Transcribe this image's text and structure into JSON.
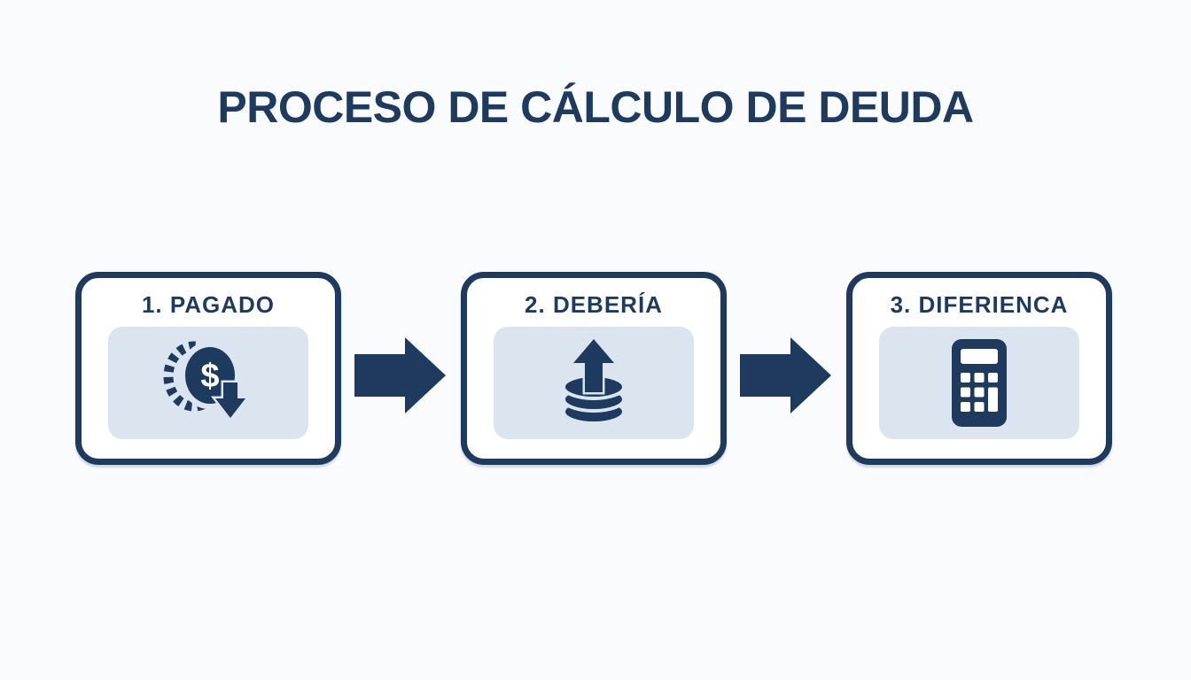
{
  "title": "PROCESO DE CÁLCULO DE DEUDA",
  "colors": {
    "navy": "#1e3a5e",
    "panel_blue": "#dbe5ef",
    "box_bg": "#ffffff",
    "page_bg": "#fafbfc"
  },
  "steps": [
    {
      "label": "1. PAGADO",
      "icon": "coin-dollar-down-icon",
      "symbol": "$"
    },
    {
      "label": "2. DEBERÍA",
      "icon": "coins-stack-up-icon"
    },
    {
      "label": "3. DIFERIENCA",
      "icon": "calculator-icon"
    }
  ],
  "connectors": [
    {
      "icon": "arrow-right-icon"
    },
    {
      "icon": "arrow-right-icon"
    }
  ]
}
